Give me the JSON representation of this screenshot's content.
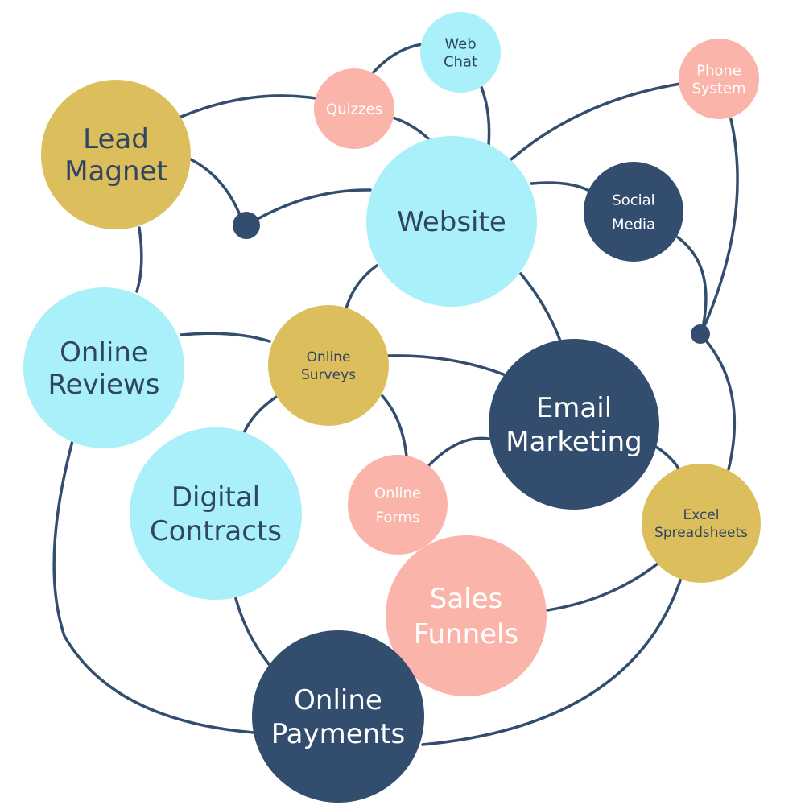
{
  "colors": {
    "navy": "#334d6e",
    "light_blue": "#aaf0fb",
    "gold": "#dcbf5c",
    "salmon": "#fab4aa",
    "text_dark": "#2f4563",
    "text_light": "#ffffff",
    "text_on_salmon": "#ffffff"
  },
  "nodes": [
    {
      "id": "lead-magnet",
      "lines": [
        "Lead",
        "Magnet"
      ],
      "fill": "gold"
    },
    {
      "id": "quizzes",
      "lines": [
        "Quizzes"
      ],
      "fill": "salmon"
    },
    {
      "id": "web-chat",
      "lines": [
        "Web",
        "Chat"
      ],
      "fill": "light_blue"
    },
    {
      "id": "phone-system",
      "lines": [
        "Phone",
        "System"
      ],
      "fill": "salmon"
    },
    {
      "id": "website",
      "lines": [
        "Website"
      ],
      "fill": "light_blue"
    },
    {
      "id": "social-media",
      "lines": [
        "Social",
        "Media"
      ],
      "fill": "navy"
    },
    {
      "id": "online-reviews",
      "lines": [
        "Online",
        "Reviews"
      ],
      "fill": "light_blue"
    },
    {
      "id": "online-surveys",
      "lines": [
        "Online",
        "Surveys"
      ],
      "fill": "gold"
    },
    {
      "id": "email-marketing",
      "lines": [
        "Email",
        "Marketing"
      ],
      "fill": "navy"
    },
    {
      "id": "digital-contracts",
      "lines": [
        "Digital",
        "Contracts"
      ],
      "fill": "light_blue"
    },
    {
      "id": "online-forms",
      "lines": [
        "Online",
        "Forms"
      ],
      "fill": "salmon"
    },
    {
      "id": "excel-spreadsheets",
      "lines": [
        "Excel",
        "Spreadsheets"
      ],
      "fill": "gold"
    },
    {
      "id": "sales-funnels",
      "lines": [
        "Sales",
        "Funnels"
      ],
      "fill": "salmon"
    },
    {
      "id": "online-payments",
      "lines": [
        "Online",
        "Payments"
      ],
      "fill": "navy"
    }
  ]
}
